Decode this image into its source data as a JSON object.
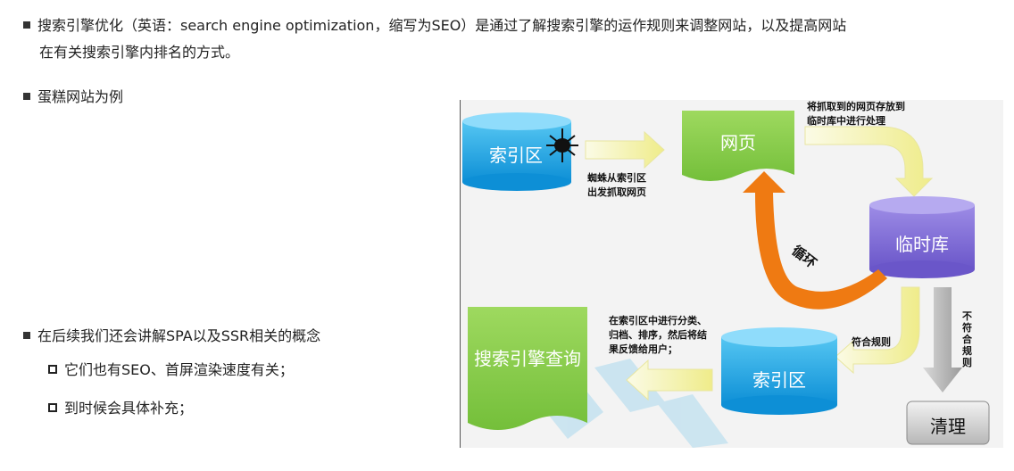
{
  "bullets": {
    "seo_line1": "搜索引擎优化（英语：search engine optimization，缩写为SEO）是通过了解搜索引擎的运作规则来调整网站，以及提高网站",
    "seo_line2": "在有关搜索引擎内排名的方式。",
    "example": "蛋糕网站为例",
    "spa_ssr": "在后续我们还会讲解SPA以及SSR相关的概念",
    "sub1": "它们也有SEO、首屏渲染速度有关；",
    "sub2": "到时候会具体补充；"
  },
  "diagram": {
    "index_top": "索引区",
    "webpage": "网页",
    "temp_db": "临时库",
    "index_bottom": "索引区",
    "search_query": "搜索引擎查询",
    "cleanup": "清理",
    "spider_label": [
      "蜘蛛从索引区",
      "出发抓取网页"
    ],
    "store_label": [
      "将抓取到的网页存放到",
      "临时库中进行处理"
    ],
    "loop_label": "循环",
    "match_label": "符合规则",
    "nomatch_label": "不符合规则",
    "process_label": [
      "在索引区中进行分类、",
      "归档、排序，然后将结",
      "果反馈给用户；"
    ]
  },
  "colors": {
    "cyan": "#1ea6e6",
    "green": "#8fd14f",
    "purple": "#7b67d6",
    "orange": "#ef7a12",
    "arrow_yellow": "#f6f4a8"
  }
}
